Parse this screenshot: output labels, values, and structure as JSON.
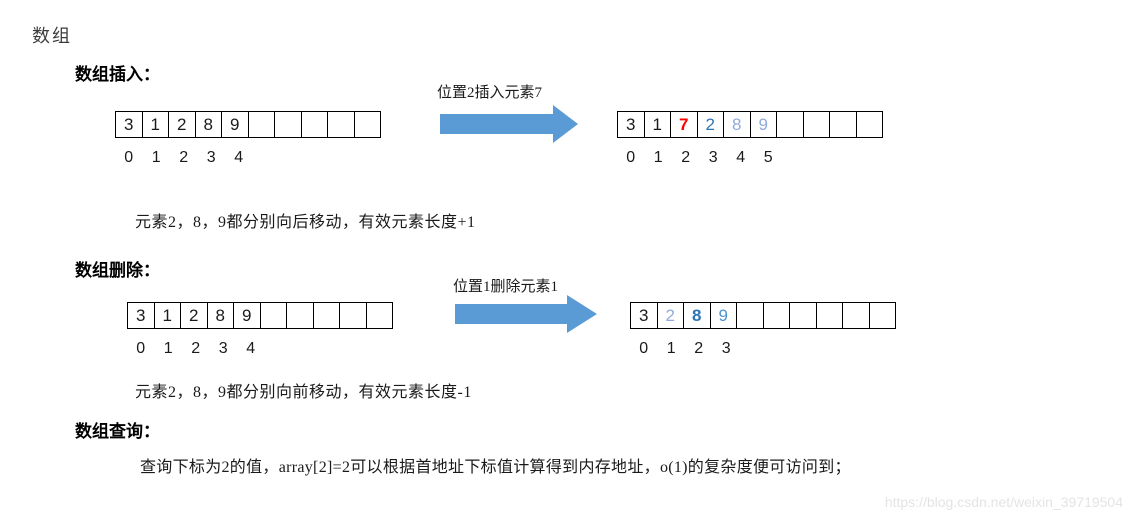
{
  "page": {
    "title": "数组",
    "watermark": "https://blog.csdn.net/weixin_39719504"
  },
  "colors": {
    "arrow": "#5B9BD5",
    "red": "#FF0000",
    "blue": "#2E75B6",
    "light_blue": "#8FAADC",
    "mid_blue": "#4C93D4",
    "black": "#1a1a1a"
  },
  "sections": {
    "insert": {
      "heading": "数组插入：",
      "arrow_label": "位置2插入元素7",
      "note": "元素2，8，9都分别向后移动，有效元素长度+1",
      "before": {
        "cells": [
          {
            "v": "3"
          },
          {
            "v": "1"
          },
          {
            "v": "2"
          },
          {
            "v": "8"
          },
          {
            "v": "9"
          },
          {},
          {},
          {},
          {},
          {}
        ],
        "indices": [
          "0",
          "1",
          "2",
          "3",
          "4"
        ]
      },
      "after": {
        "cells": [
          {
            "v": "3"
          },
          {
            "v": "1"
          },
          {
            "v": "7",
            "color": "red",
            "bold": true
          },
          {
            "v": "2",
            "color": "blue"
          },
          {
            "v": "8",
            "color": "light_blue"
          },
          {
            "v": "9",
            "color": "light_blue"
          },
          {},
          {},
          {},
          {}
        ],
        "indices": [
          "0",
          "1",
          "2",
          "3",
          "4",
          "5"
        ]
      }
    },
    "delete": {
      "heading": "数组删除：",
      "arrow_label": "位置1删除元素1",
      "note": "元素2，8，9都分别向前移动，有效元素长度-1",
      "before": {
        "cells": [
          {
            "v": "3"
          },
          {
            "v": "1"
          },
          {
            "v": "2"
          },
          {
            "v": "8"
          },
          {
            "v": "9"
          },
          {},
          {},
          {},
          {},
          {}
        ],
        "indices": [
          "0",
          "1",
          "2",
          "3",
          "4"
        ]
      },
      "after": {
        "cells": [
          {
            "v": "3"
          },
          {
            "v": "2",
            "color": "light_blue"
          },
          {
            "v": "8",
            "color": "blue",
            "bold": true
          },
          {
            "v": "9",
            "color": "mid_blue"
          },
          {},
          {},
          {},
          {},
          {},
          {}
        ],
        "indices": [
          "0",
          "1",
          "2",
          "3"
        ]
      }
    },
    "query": {
      "heading": "数组查询：",
      "text": "查询下标为2的值，array[2]=2可以根据首地址下标值计算得到内存地址，o(1)的复杂度便可访问到；"
    }
  }
}
